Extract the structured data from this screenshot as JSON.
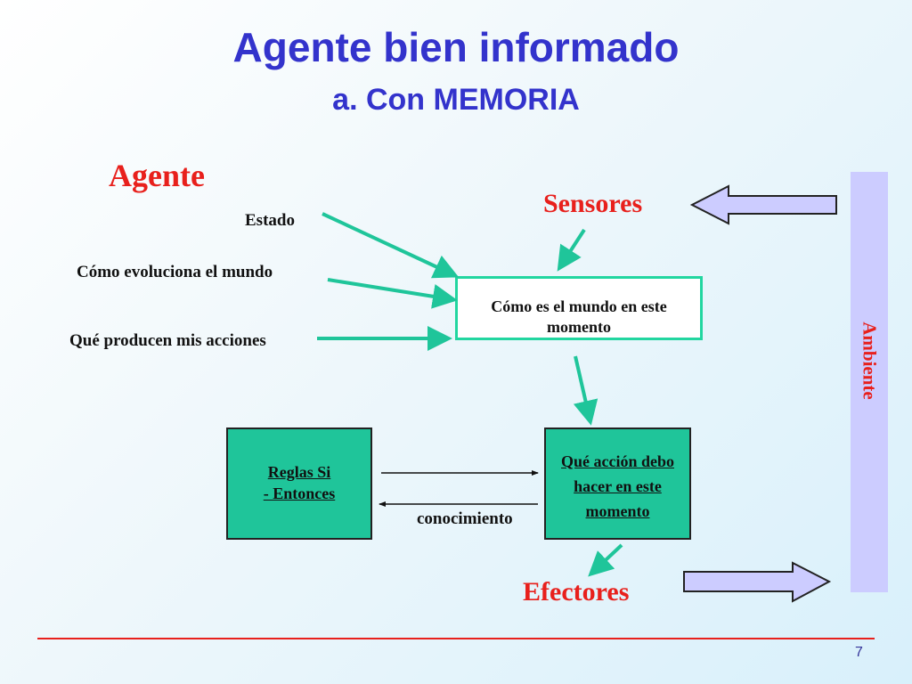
{
  "title": "Agente bien informado",
  "subtitle": "a. Con MEMORIA",
  "agente": "Agente",
  "sensores": "Sensores",
  "efectores": "Efectores",
  "ambiente": "Ambiente",
  "inputs": {
    "estado": "Estado",
    "evoluciona": "Cómo evoluciona el mundo",
    "acciones": "Qué producen mis acciones"
  },
  "world_box": {
    "line1": "Cómo es el mundo en este",
    "line2": "momento"
  },
  "rules_box": {
    "line1": "Reglas Si",
    "line2": "- Entonces"
  },
  "action_box": {
    "line1": "Qué acción debo",
    "line2": "hacer en este",
    "line3": "momento"
  },
  "conocimiento": "conocimiento",
  "page_number": "7",
  "colors": {
    "title": "#3333cc",
    "accent_red": "#e8201c",
    "teal": "#1fc59a",
    "ambiente": "#ccccff",
    "big_arrow": "#ccccff"
  }
}
